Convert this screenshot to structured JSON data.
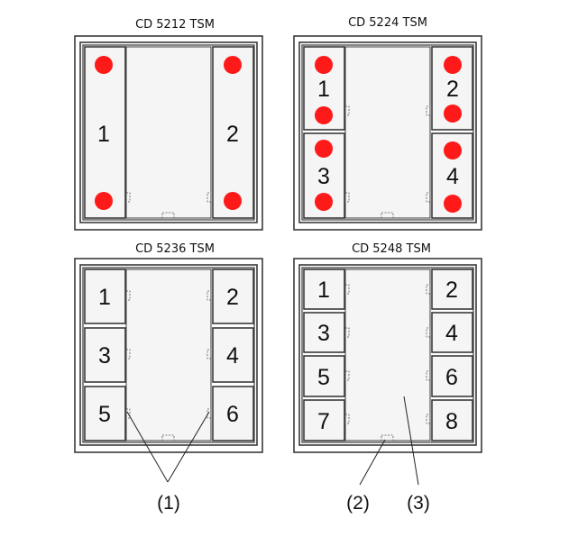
{
  "diagrams": [
    {
      "title": "CD 5212 TSM",
      "keys": [
        "1",
        "2"
      ]
    },
    {
      "title": "CD 5224 TSM",
      "keys": [
        "1",
        "2",
        "3",
        "4"
      ]
    },
    {
      "title": "CD 5236 TSM",
      "keys": [
        "1",
        "2",
        "3",
        "4",
        "5",
        "6"
      ]
    },
    {
      "title": "CD 5248 TSM",
      "keys": [
        "1",
        "2",
        "3",
        "4",
        "5",
        "6",
        "7",
        "8"
      ]
    }
  ],
  "callouts": [
    "(1)",
    "(2)",
    "(3)"
  ],
  "colors": {
    "led": "#ff1a1a",
    "outline": "#3a3a3a",
    "panel": "#f5f5f5"
  }
}
